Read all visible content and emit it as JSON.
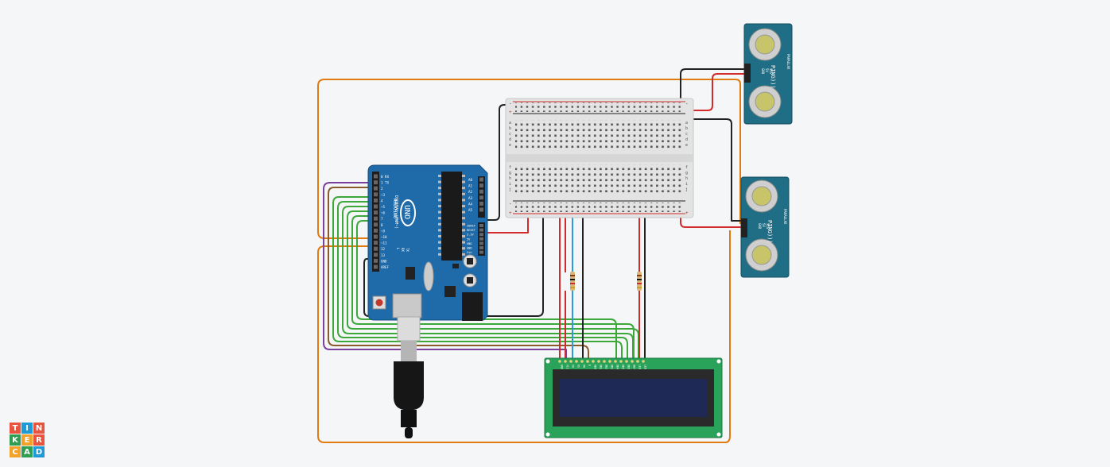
{
  "arduino": {
    "model": "UNO",
    "brand": "ARDUINO",
    "digital_label": "DIGITAL (PWM~)",
    "power_label": "POWER",
    "analog_label": "ANALOG IN",
    "power_pins": [
      "IOREF",
      "RESET",
      "3.3V",
      "5V",
      "GND",
      "GND",
      "Vin"
    ],
    "analog_pins": [
      "A0",
      "A1",
      "A2",
      "A3",
      "A4",
      "A5"
    ],
    "digital_pins": [
      "0 RX",
      "1 TX",
      "2",
      "~3",
      "4",
      "~5",
      "~6",
      "7",
      "8",
      "~9",
      "~10",
      "~11",
      "12",
      "13",
      "GND",
      "AREF"
    ],
    "labels": {
      "tx": "TX",
      "rx": "RX",
      "l": "L",
      "on": "ON"
    }
  },
  "sensors": [
    {
      "name": "PING)))",
      "brand": "PARALLAX",
      "pins": [
        "GND",
        "5V",
        "SIG"
      ]
    },
    {
      "name": "PING)))",
      "brand": "PARALLAX",
      "pins": [
        "GND",
        "5V",
        "SIG"
      ]
    }
  ],
  "breadboard": {
    "row_letters_top": [
      "a",
      "b",
      "c",
      "d",
      "e"
    ],
    "row_letters_bottom": [
      "f",
      "g",
      "h",
      "i",
      "j"
    ],
    "rail_plus": "+",
    "rail_minus": "-"
  },
  "lcd": {
    "pins": [
      "GND",
      "VCC",
      "V0",
      "RS",
      "RW",
      "E",
      "DB0",
      "DB1",
      "DB2",
      "DB3",
      "DB4",
      "DB5",
      "DB6",
      "DB7",
      "LED",
      "LED"
    ]
  },
  "logo": {
    "letters": [
      "T",
      "I",
      "N",
      "K",
      "E",
      "R",
      "C",
      "A",
      "D"
    ],
    "colors": [
      "#e8543d",
      "#1f9ad6",
      "#e8543d",
      "#2f9e50",
      "#f2a22b",
      "#e8543d",
      "#f2a22b",
      "#2f9e50",
      "#1f9ad6"
    ]
  },
  "colors": {
    "wire_orange": "#e07b12",
    "wire_purple": "#7b3f9c",
    "wire_brown": "#8a5a2b",
    "wire_green": "#3da83a",
    "wire_black": "#222222",
    "wire_red": "#d32b2b",
    "wire_blue": "#2a9be0",
    "board_blue": "#1f6aa8",
    "sensor_teal": "#1f6e85",
    "lcd_green": "#2aa35a",
    "lcd_screen": "#1e2a55"
  }
}
